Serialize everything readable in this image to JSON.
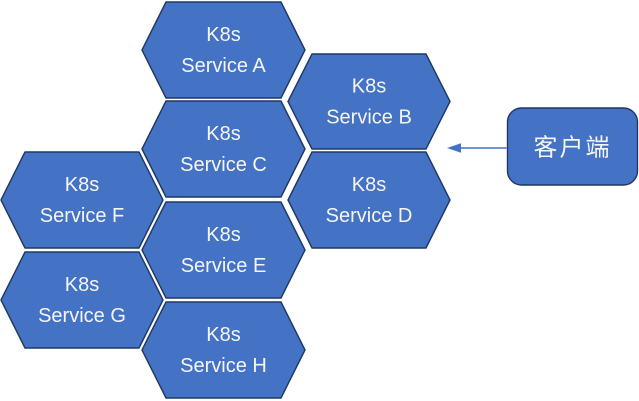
{
  "colors": {
    "hexagon_fill": "#4472C4",
    "hexagon_border": "#1F3864",
    "client_box_fill": "#4472C4",
    "client_box_border": "#1F3864",
    "arrow": "#4472C4",
    "label_text": "#FFFFFF",
    "background": "#FFFFFF"
  },
  "hexagons": [
    {
      "name": "service-a",
      "line1": "K8s",
      "line2": "Service A"
    },
    {
      "name": "service-b",
      "line1": "K8s",
      "line2": "Service B"
    },
    {
      "name": "service-c",
      "line1": "K8s",
      "line2": "Service C"
    },
    {
      "name": "service-d",
      "line1": "K8s",
      "line2": "Service D"
    },
    {
      "name": "service-e",
      "line1": "K8s",
      "line2": "Service E"
    },
    {
      "name": "service-f",
      "line1": "K8s",
      "line2": "Service F"
    },
    {
      "name": "service-g",
      "line1": "K8s",
      "line2": "Service G"
    },
    {
      "name": "service-h",
      "line1": "K8s",
      "line2": "Service H"
    }
  ],
  "client": {
    "label": "客户端"
  }
}
